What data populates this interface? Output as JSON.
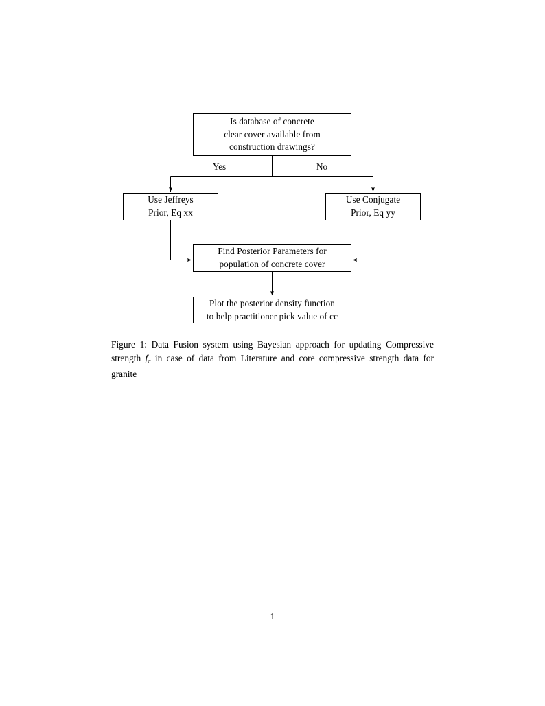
{
  "document": {
    "page_number": "1",
    "background_color": "#ffffff",
    "text_color": "#000000",
    "stroke_color": "#000000"
  },
  "figure": {
    "nodes": [
      {
        "id": "question",
        "name": "decision-database-available",
        "lines": [
          "Is database of concrete",
          "clear cover available from",
          "construction drawings?"
        ]
      },
      {
        "id": "jeffreys",
        "name": "use-jeffreys-prior",
        "lines": [
          "Use Jeffreys",
          "Prior, Eq xx"
        ]
      },
      {
        "id": "conjugate",
        "name": "use-conjugate-prior",
        "lines": [
          "Use Conjugate",
          "Prior, Eq yy"
        ]
      },
      {
        "id": "posterior",
        "name": "find-posterior-parameters",
        "lines": [
          "Find Posterior Parameters for",
          "population of concrete cover"
        ]
      },
      {
        "id": "plot",
        "name": "plot-posterior-density",
        "lines": [
          "Plot the posterior density function",
          "to help practitioner pick value of cc"
        ]
      }
    ],
    "edge_labels": {
      "yes": "Yes",
      "no": "No"
    }
  },
  "caption": {
    "label": "Figure 1:",
    "text_before_math": " Data Fusion system using Bayesian approach for updating Compressive strength ",
    "math_symbol": "f",
    "math_subscript": "c",
    "text_after_math": " in case of data from Literature and core compressive strength data for granite",
    "full_text": "Figure 1: Data Fusion system using Bayesian approach for updating Compressive strength f_c in case of data from Literature and core compressive strength data for granite"
  }
}
